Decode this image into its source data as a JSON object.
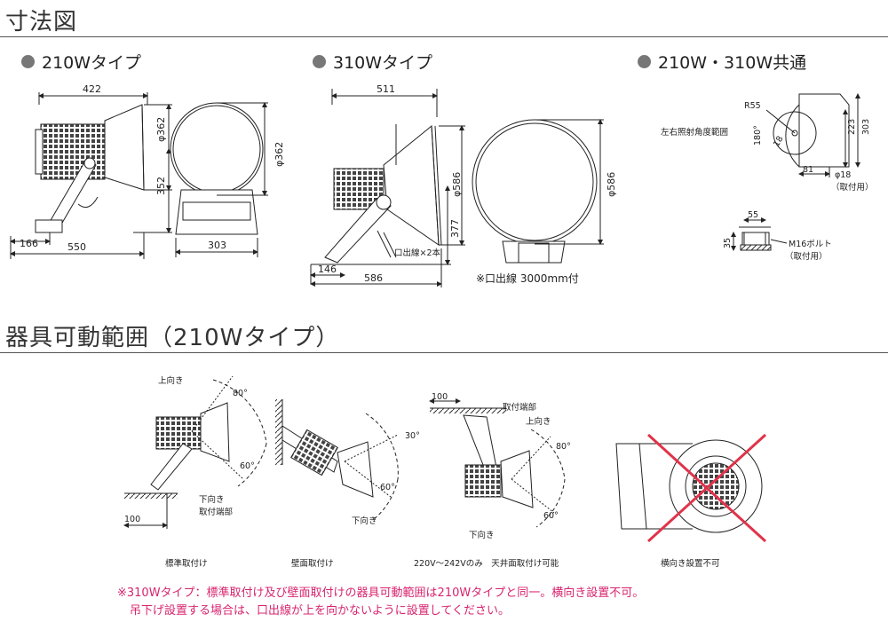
{
  "sections": {
    "dimensions_title": "寸法図",
    "range_title": "器具可動範囲（210Wタイプ）"
  },
  "subheads": {
    "w210": "210Wタイプ",
    "w310": "310Wタイプ",
    "common": "210W・310W共通"
  },
  "dims_210": {
    "width": "422",
    "diameter_side": "φ362",
    "diameter_front": "φ362",
    "height": "352",
    "base": "166",
    "total": "550",
    "front_width": "303"
  },
  "dims_310": {
    "width": "511",
    "diameter_side": "φ586",
    "diameter_front": "φ586",
    "height": "377",
    "base": "146",
    "total": "586",
    "cable": "口出線×2本"
  },
  "cable_note": "※口出線 3000mm付",
  "common": {
    "r55": "R55",
    "angle_label": "左右照射角度範囲",
    "deg180": "180°",
    "d18": "18",
    "d223": "223",
    "d303": "303",
    "d81": "81",
    "hole": "φ18",
    "mount1": "（取付用）",
    "d55": "55",
    "d35": "35",
    "bolt": "M16ボルト",
    "mount2": "（取付用）"
  },
  "range": {
    "up": "上向き",
    "down": "下向き",
    "deg80": "80°",
    "deg60": "60°",
    "deg30": "30°",
    "d100": "100",
    "mount_end": "取付端部",
    "cap_standard": "標準取付け",
    "cap_wall": "壁面取付け",
    "cap_ceiling": "220V～242Vのみ　天井面取付け可能",
    "cap_side": "横向き設置不可"
  },
  "notes": {
    "line1": "※310Wタイプ：標準取付け及び壁面取付けの器具可動範囲は210Wタイプと同一。横向き設置不可。",
    "line2": "吊下げ設置する場合は、口出線が上を向かないように設置してください。"
  }
}
